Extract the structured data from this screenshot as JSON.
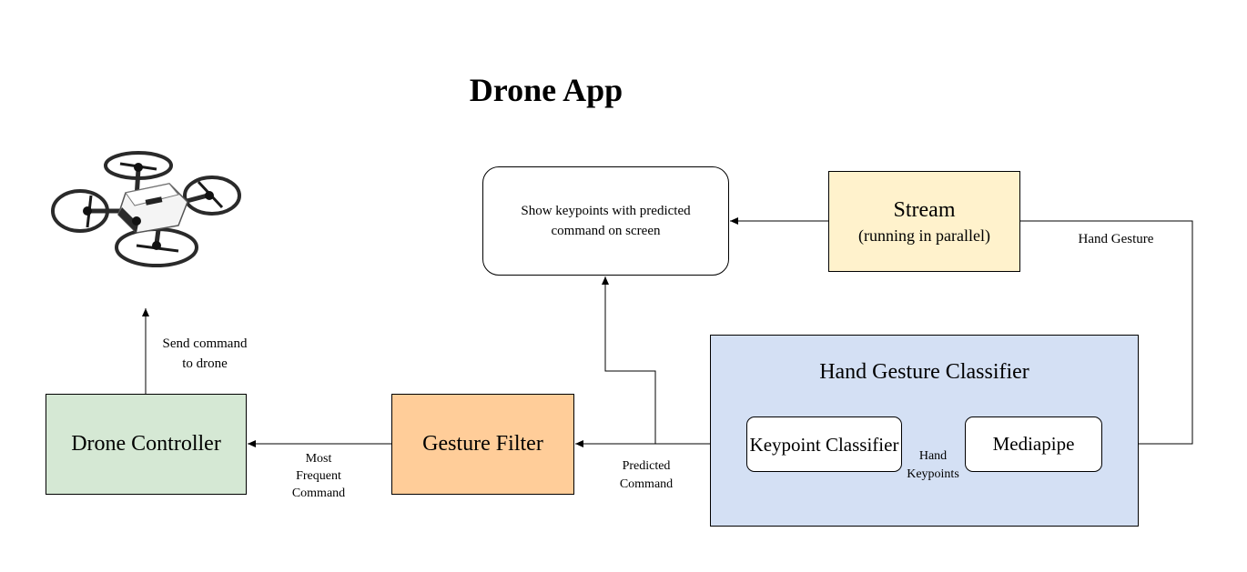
{
  "title": "Drone App",
  "nodes": {
    "stream": {
      "line1": "Stream",
      "line2": "(running in parallel)",
      "color": "#fff2cc"
    },
    "show_keypoints": {
      "text": "Show keypoints with predicted command on screen"
    },
    "hand_gesture_classifier": {
      "title": "Hand Gesture Classifier",
      "color": "#d4e0f4"
    },
    "keypoint_classifier": {
      "text": "Keypoint Classifier"
    },
    "mediapipe": {
      "text": "Mediapipe"
    },
    "gesture_filter": {
      "text": "Gesture Filter",
      "color": "#ffcd99"
    },
    "drone_controller": {
      "text": "Drone Controller",
      "color": "#d5e8d4"
    }
  },
  "edge_labels": {
    "hand_gesture": "Hand Gesture",
    "hand_keypoints": [
      "Hand",
      "Keypoints"
    ],
    "predicted_command": [
      "Predicted",
      "Command"
    ],
    "most_frequent_command": [
      "Most",
      "Frequent",
      "Command"
    ],
    "send_command": [
      "Send command",
      "to drone"
    ]
  },
  "image": {
    "icon": "drone-icon"
  }
}
